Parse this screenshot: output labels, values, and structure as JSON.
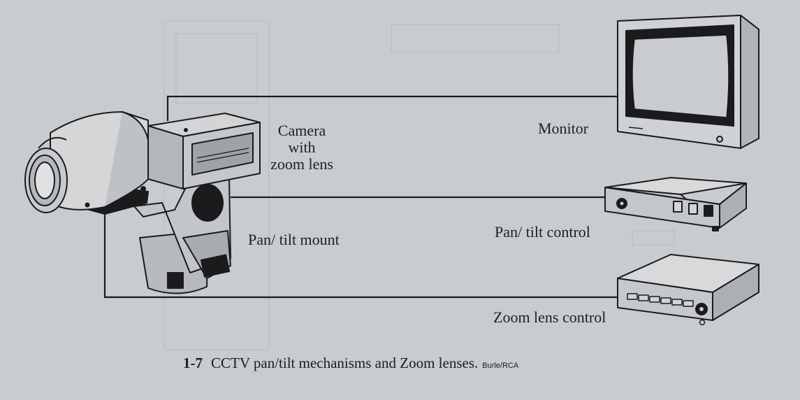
{
  "labels": {
    "camera_line1": "Camera",
    "camera_line2": "with",
    "camera_line3": "zoom lens",
    "monitor": "Monitor",
    "pan_tilt_mount": "Pan/ tilt mount",
    "pan_tilt_control": "Pan/ tilt control",
    "zoom_lens_control": "Zoom lens control"
  },
  "caption": {
    "number": "1-7",
    "text": "CCTV pan/tilt mechanisms and Zoom lenses.",
    "credit": "Burle/RCA"
  },
  "colors": {
    "background": "#c9ccce",
    "line": "#1b1b1d"
  }
}
